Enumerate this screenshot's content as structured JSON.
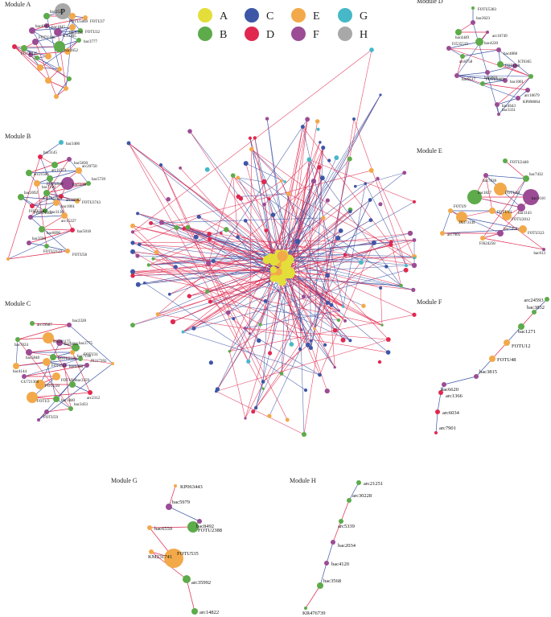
{
  "legend": [
    {
      "key": "A",
      "color": "#e3de3a"
    },
    {
      "key": "C",
      "color": "#3d56a6"
    },
    {
      "key": "E",
      "color": "#f2a94a"
    },
    {
      "key": "G",
      "color": "#46b8c8"
    },
    {
      "key": "B",
      "color": "#5dab4a"
    },
    {
      "key": "D",
      "color": "#e0284f"
    },
    {
      "key": "F",
      "color": "#9b4c94"
    },
    {
      "key": "H",
      "color": "#a8a8a8"
    }
  ],
  "edge_colors": {
    "positive": "#e0284f",
    "negative": "#3d56a6"
  },
  "modules": [
    {
      "title": "Module A",
      "labels": [
        "P",
        "bac2527",
        "FOTU5869",
        "FOTU37",
        "bac1845",
        "bac4945",
        "bac6498",
        "KT3305",
        "FOTU32",
        "FOTU108",
        "FOTU145",
        "bac4652",
        "bac3777"
      ]
    },
    {
      "title": "Module B",
      "labels": [
        "bac3406",
        "bac3145",
        "arc11973",
        "bac5830",
        "arc21506",
        "arc20750",
        "FOTU940",
        "bac7118",
        "bac5128",
        "bac5739",
        "FOTU2323",
        "arc19082",
        "FOTU3743",
        "bac2692",
        "FOTU2407",
        "bac1061",
        "bac3130",
        "FOTU1062",
        "arc15227",
        "bac8090",
        "bac5018",
        "bac3508",
        "FOTU2123",
        "FOTU58"
      ]
    },
    {
      "title": "Module C",
      "labels": [
        "arc19987",
        "bac2328",
        "bac7024",
        "KX281175",
        "bac6866",
        "bac2775",
        "bac5848",
        "bac7138",
        "FOTU2330",
        "FOTU31",
        "bac4144",
        "FOTU14",
        "bac6488",
        "JX317202",
        "GU721360",
        "FOTU66",
        "FOTU20",
        "bac3359",
        "arc2312",
        "FOTU3",
        "bac1840",
        "bac3433",
        "FOTU59"
      ]
    },
    {
      "title": "Module D",
      "labels": [
        "FOTU5383",
        "bac2623",
        "bac4449",
        "arc16749",
        "bac4220",
        "FJ535519",
        "arc8758",
        "bac4868",
        "FOTU68",
        "KT6365",
        "bac3631",
        "bac9517",
        "bac1061",
        "FOTU2889",
        "arc10679",
        "KP898064",
        "bac4643",
        "bac3331"
      ]
    },
    {
      "title": "Module E",
      "labels": [
        "FOTU2440",
        "bac7432",
        "bac7838",
        "FOTU40",
        "bac5610",
        "bac1827",
        "bac1143",
        "FOTU2012",
        "FOTU14",
        "FOTU9",
        "JX373149",
        "FOTU323",
        "arc7905",
        "bac5452",
        "FJ624258",
        "bac613"
      ]
    },
    {
      "title": "Module F",
      "labels": [
        "arc24593",
        "bac3852",
        "bac1271",
        "FOTU12",
        "FOTU48",
        "bac3815",
        "bac6620",
        "arc1366",
        "arc6034",
        "arc7901"
      ]
    },
    {
      "title": "Module G",
      "labels": [
        "KP063443",
        "bac5979",
        "bac8492",
        "FOTU2388",
        "bac6559",
        "FOTU535",
        "KM231741",
        "arc35992",
        "arc14822"
      ]
    },
    {
      "title": "Module H",
      "labels": [
        "arc21251",
        "arc30228",
        "arc5339",
        "bac2034",
        "bac4120",
        "bac3568",
        "KR476739"
      ]
    }
  ]
}
